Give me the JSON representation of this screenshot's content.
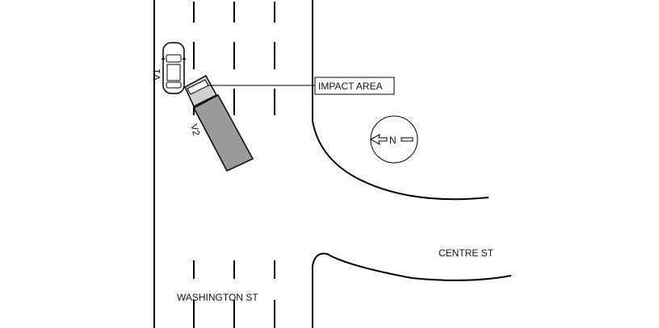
{
  "streets": {
    "washington": "WASHINGTON ST",
    "centre": "CENTRE ST"
  },
  "vehicles": {
    "v1": "V1",
    "v2": "V2"
  },
  "impact_label": "IMPACT AREA",
  "compass": {
    "letter": "N",
    "direction": "west"
  },
  "colors": {
    "truck_body": "#9a9a9a",
    "car_body": "#ffffff",
    "lines": "#000000"
  }
}
